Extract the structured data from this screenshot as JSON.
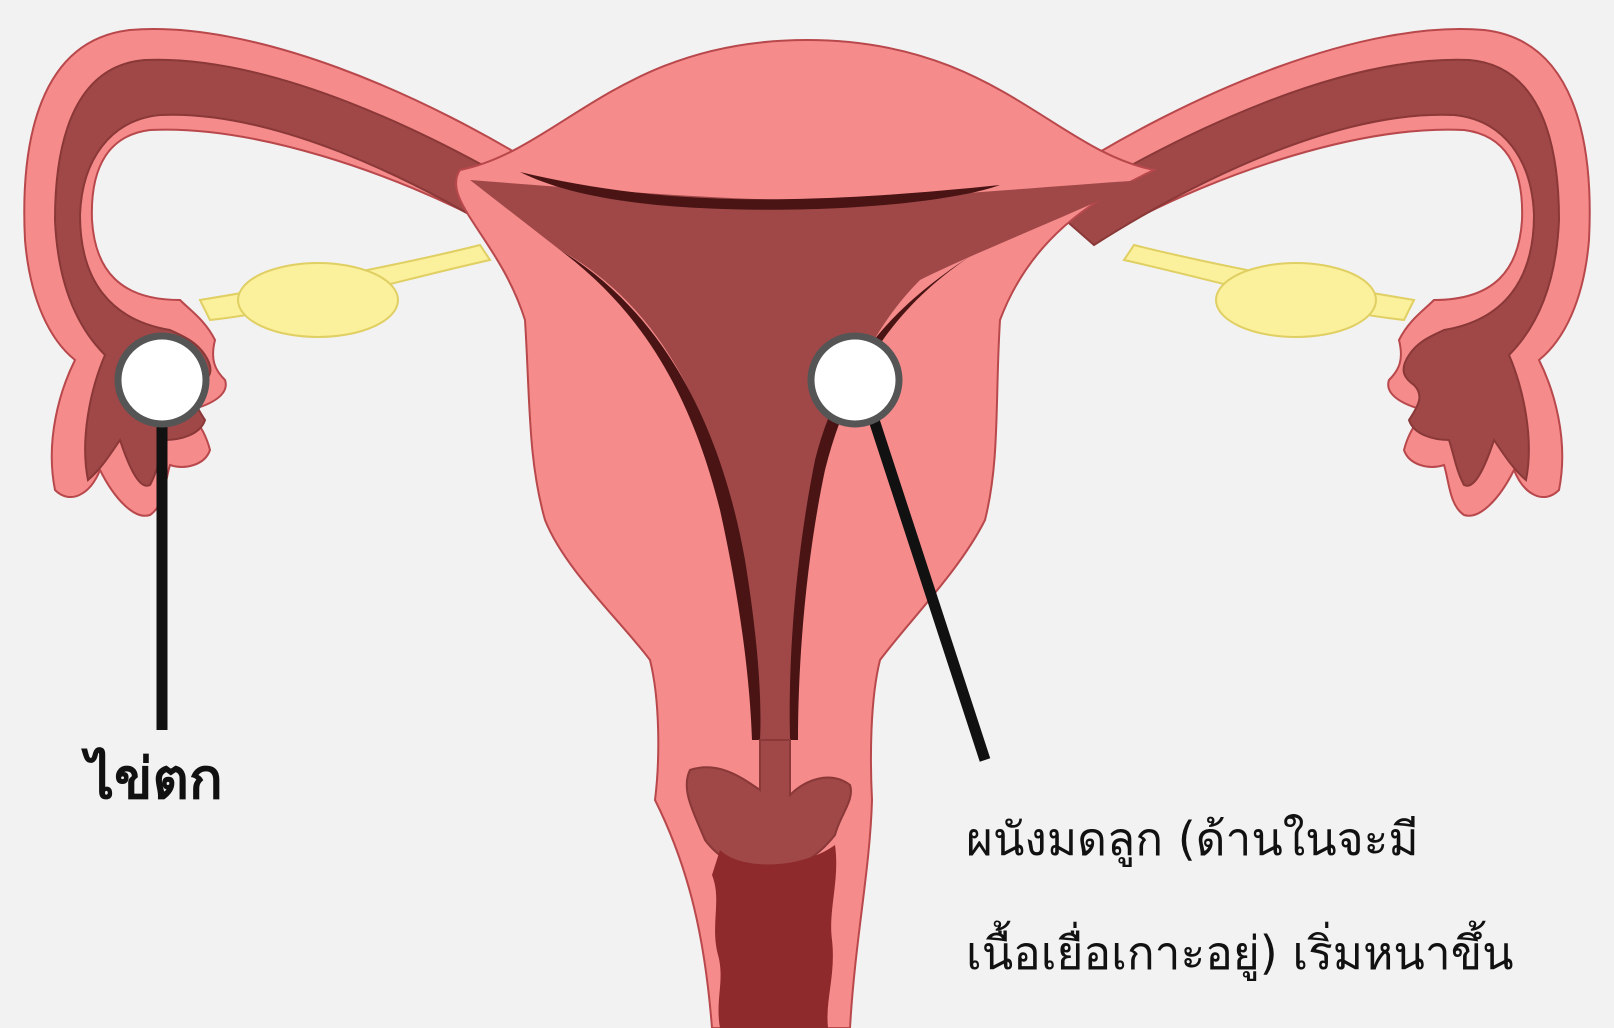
{
  "labels": {
    "ovulation": "ไข่ตก",
    "uterine_wall_line1": "ผนังมดลูก (ด้านในจะมี",
    "uterine_wall_line2": "เนื้อเยื่อเกาะอยู่) เริ่มหนาขึ้น"
  },
  "colors": {
    "background": "#f2f2f2",
    "uterus_outer": "#f68b8b",
    "uterus_outline": "#b8484c",
    "uterine_cavity": "#a04848",
    "endometrium_dark": "#4a1414",
    "cervix_canal": "#8f2a2c",
    "ovary": "#fbf09c",
    "ovary_outline": "#e0cf62",
    "egg_fill": "#ffffff",
    "egg_ring": "#555555",
    "pointer_line": "#111111"
  },
  "icons": {
    "egg_left": "egg-icon",
    "egg_center": "egg-icon"
  }
}
